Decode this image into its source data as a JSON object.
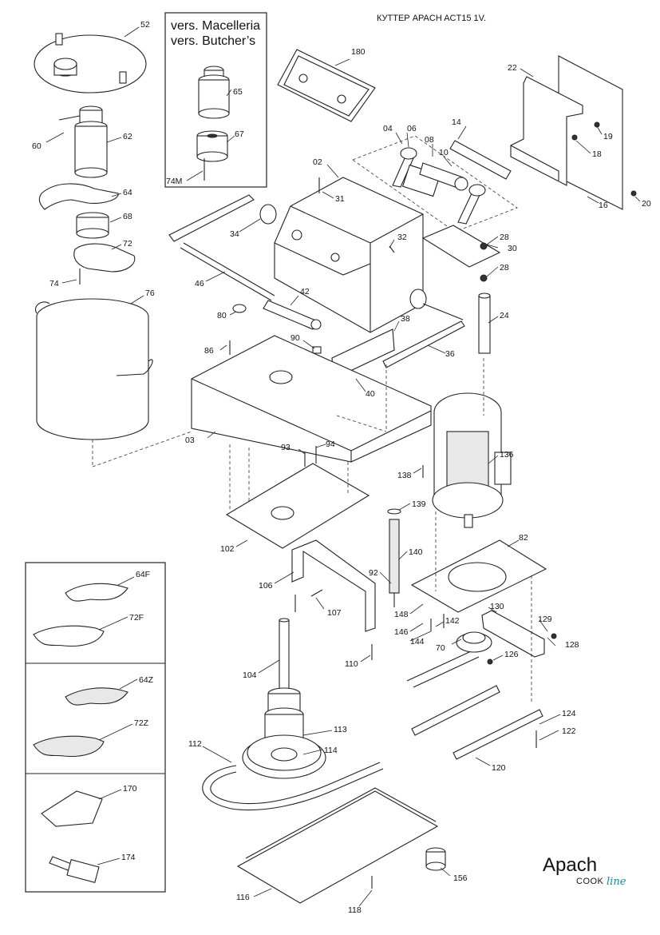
{
  "title": "КУТТЕР APACH ACT15 1V.",
  "inset_version": {
    "line1": "vers. Macelleria",
    "line2": "vers. Butcher’s"
  },
  "brand": {
    "name": "Apach",
    "sub_cook": "COOK",
    "sub_line": "line"
  },
  "callouts": {
    "p02": "02",
    "p03": "03",
    "p04": "04",
    "p06": "06",
    "p08": "08",
    "p10": "10",
    "p14": "14",
    "p16": "16",
    "p18": "18",
    "p19": "19",
    "p20": "20",
    "p22": "22",
    "p24": "24",
    "p28a": "28",
    "p28b": "28",
    "p30": "30",
    "p31": "31",
    "p32": "32",
    "p34": "34",
    "p36": "36",
    "p38": "38",
    "p40": "40",
    "p42": "42",
    "p46": "46",
    "p52": "52",
    "p60": "60",
    "p62": "62",
    "p64": "64",
    "p65": "65",
    "p67": "67",
    "p68": "68",
    "p70": "70",
    "p72": "72",
    "p74": "74",
    "p74M": "74M",
    "p76": "76",
    "p80": "80",
    "p82": "82",
    "p86": "86",
    "p90": "90",
    "p92": "92",
    "p93": "93",
    "p94": "94",
    "p102": "102",
    "p104": "104",
    "p106": "106",
    "p107": "107",
    "p110": "110",
    "p112": "112",
    "p113": "113",
    "p114": "114",
    "p116": "116",
    "p118": "118",
    "p120": "120",
    "p122": "122",
    "p124": "124",
    "p126": "126",
    "p128": "128",
    "p129": "129",
    "p130": "130",
    "p136": "136",
    "p138": "138",
    "p139": "139",
    "p140": "140",
    "p142": "142",
    "p144": "144",
    "p146": "146",
    "p148": "148",
    "p156": "156",
    "p170": "170",
    "p174": "174",
    "p180": "180",
    "p64F": "64F",
    "p72F": "72F",
    "p64Z": "64Z",
    "p72Z": "72Z"
  }
}
